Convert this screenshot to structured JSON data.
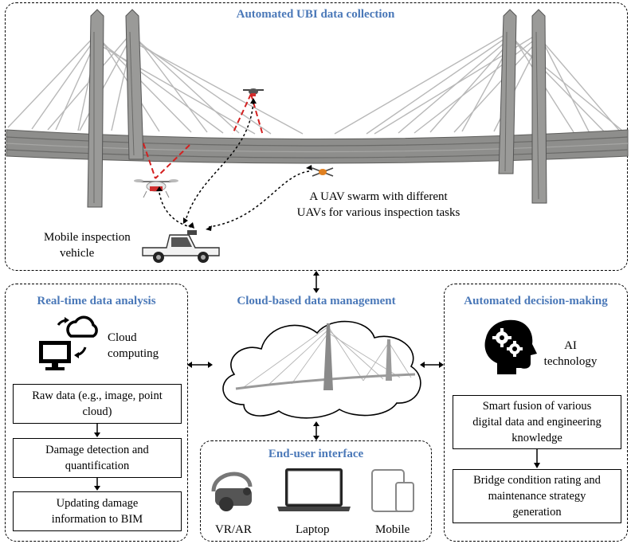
{
  "top_panel": {
    "title": "Automated UBI data collection",
    "vehicle_label_line1": "Mobile inspection",
    "vehicle_label_line2": "vehicle",
    "swarm_label_line1": "A UAV swarm with different",
    "swarm_label_line2": "UAVs for various inspection tasks"
  },
  "left_panel": {
    "title": "Real-time data analysis",
    "icon_label_line1": "Cloud",
    "icon_label_line2": "computing",
    "steps": [
      {
        "line1": "Raw data (e.g., image, point",
        "line2": "cloud)"
      },
      {
        "line1": "Damage detection and",
        "line2": "quantification"
      },
      {
        "line1": "Updating damage",
        "line2": "information to BIM"
      }
    ]
  },
  "center_panel": {
    "title": "Cloud-based data management"
  },
  "right_panel": {
    "title": "Automated decision-making",
    "icon_label_line1": "AI",
    "icon_label_line2": "technology",
    "steps": [
      {
        "line1": "Smart fusion of various",
        "line2": "digital data and engineering",
        "line3": "knowledge"
      },
      {
        "line1": "Bridge condition rating and",
        "line2": "maintenance strategy",
        "line3": "generation"
      }
    ]
  },
  "bottom_panel": {
    "title": "End-user interface",
    "devices": [
      "VR/AR",
      "Laptop",
      "Mobile"
    ]
  },
  "colors": {
    "title_blue": "#4a78b8",
    "laser_red": "#d42020",
    "bridge_gray": "#8a8a88"
  }
}
